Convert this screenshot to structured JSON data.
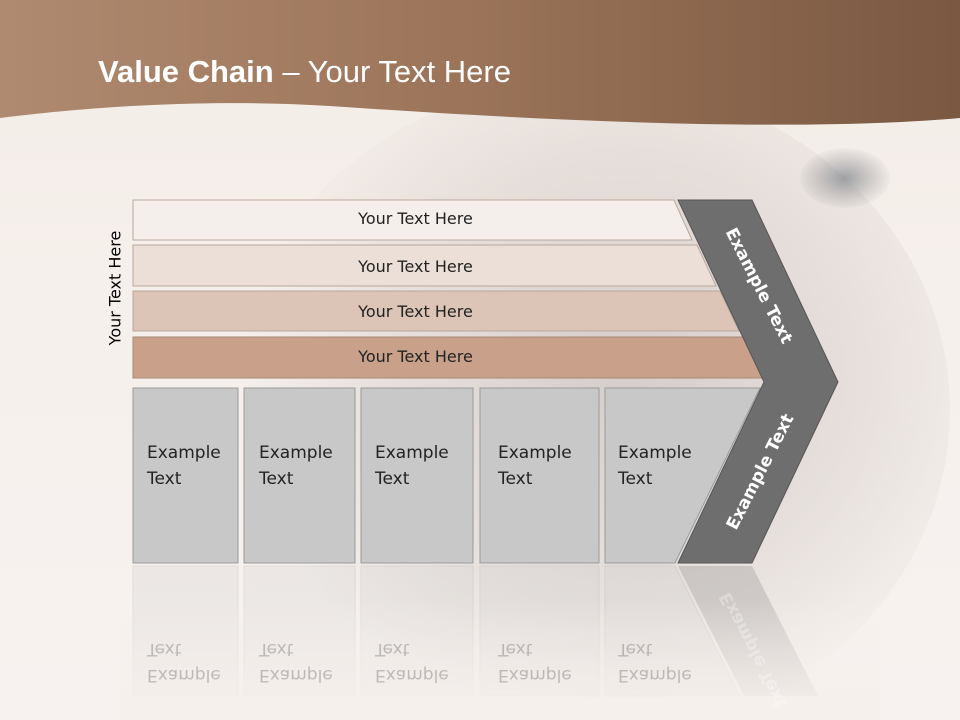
{
  "title": {
    "bold": "Value Chain",
    "rest": " – Your Text Here"
  },
  "side_label": "Your Text Here",
  "bars": [
    {
      "label": "Your Text Here",
      "color": "#f5efeb"
    },
    {
      "label": "Your Text Here",
      "color": "#ecdfd7"
    },
    {
      "label": "Your Text Here",
      "color": "#dcc5b7"
    },
    {
      "label": "Your Text Here",
      "color": "#c9a08a"
    }
  ],
  "boxes": [
    {
      "line1": "Example",
      "line2": "Text"
    },
    {
      "line1": "Example",
      "line2": "Text"
    },
    {
      "line1": "Example",
      "line2": "Text"
    },
    {
      "line1": "Example",
      "line2": "Text"
    },
    {
      "line1": "Example",
      "line2": "Text"
    }
  ],
  "chevron": {
    "upper_label": "Example Text",
    "lower_label": "Example Text",
    "color": "#6e6e6e"
  },
  "colors": {
    "band_dark": "#7a5842",
    "band_light": "#b08a70",
    "box_fill": "#c8c8c8"
  }
}
